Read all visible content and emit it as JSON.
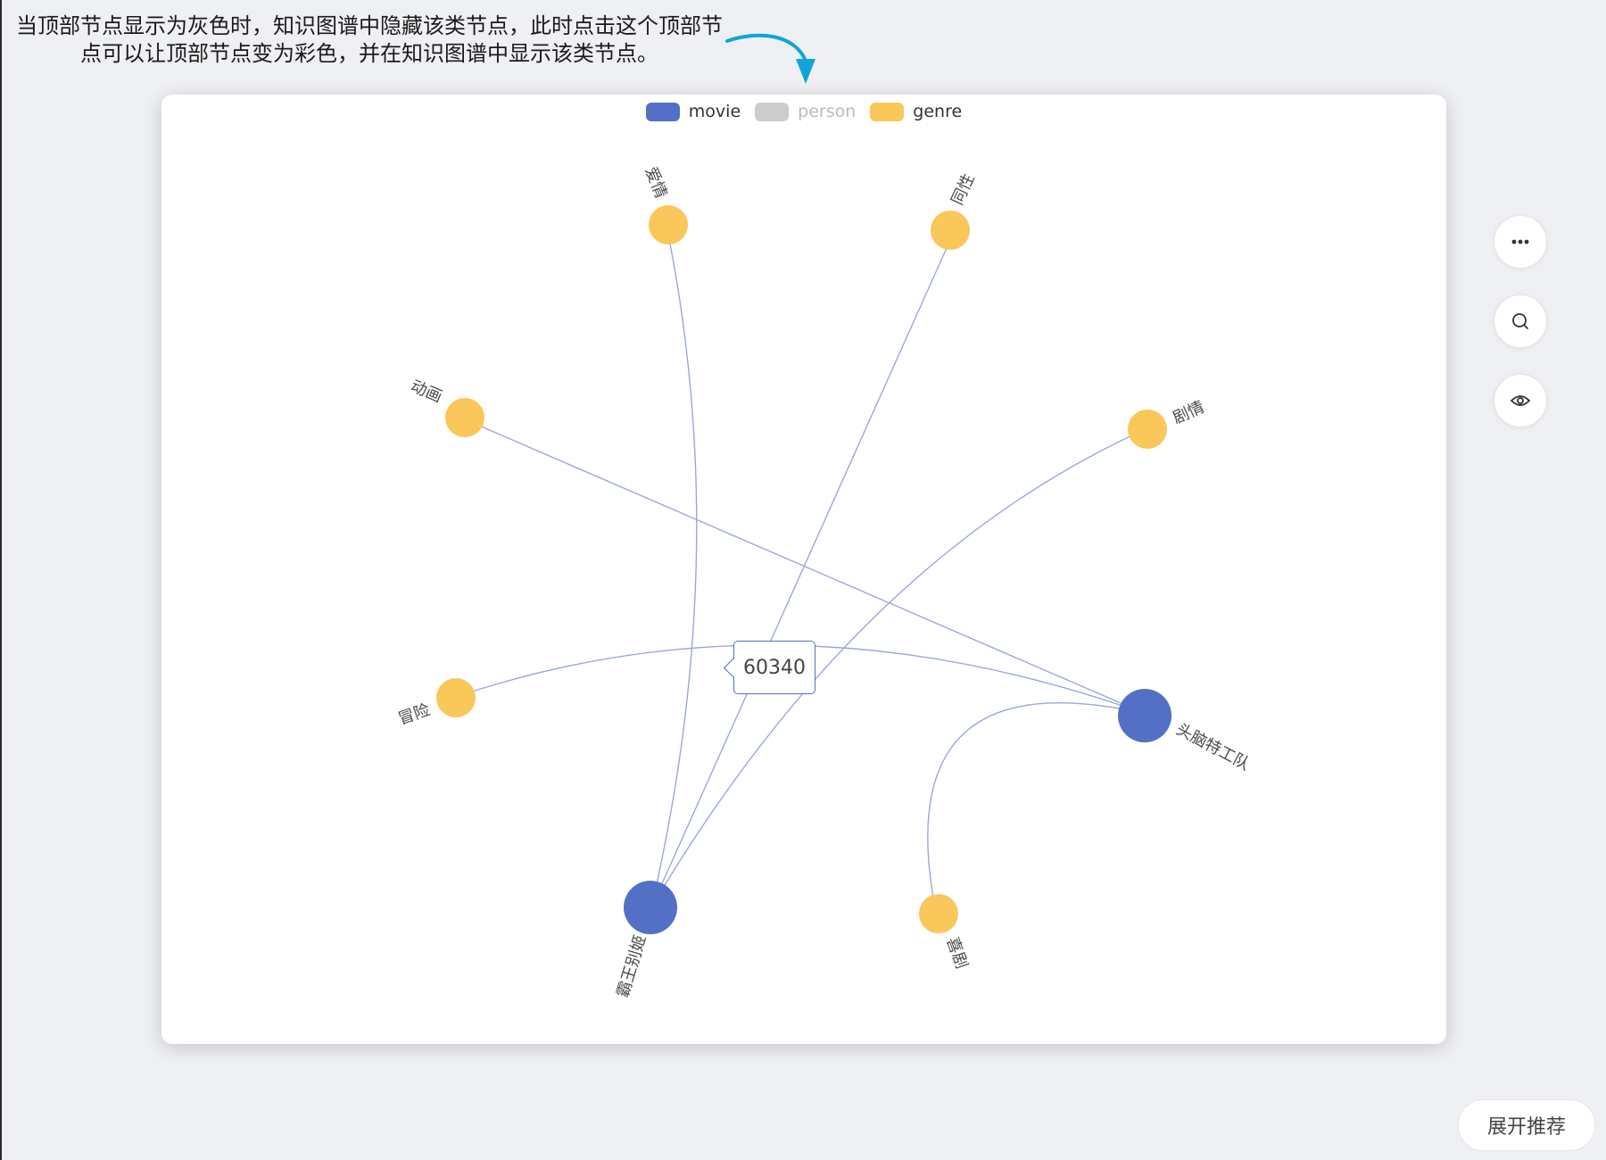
{
  "annotation": {
    "line1": "当顶部节点显示为灰色时，知识图谱中隐藏该类节点，此时点击这个顶部节",
    "line2": "点可以让顶部节点变为彩色，并在知识图谱中显示该类节点。",
    "arrow_color": "#10a5d8"
  },
  "legend": [
    {
      "label": "movie",
      "color": "#5470c6",
      "active": true
    },
    {
      "label": "person",
      "color": "#cccccc",
      "active": false
    },
    {
      "label": "genre",
      "color": "#f9c75a",
      "active": true
    }
  ],
  "graph": {
    "edge_color": "#9aa8de",
    "movie_color": "#5470c6",
    "genre_color": "#f9c75a",
    "movies": [
      "头脑特工队",
      "霸王别姬"
    ],
    "genres": [
      "爱情",
      "同性",
      "动画",
      "剧情",
      "冒险",
      "喜剧"
    ]
  },
  "tooltip": {
    "value": "60340"
  },
  "toolbar": {
    "more_icon": "more-icon",
    "search_icon": "search-icon",
    "eye_icon": "eye-icon"
  },
  "expand_button": {
    "label": "展开推荐"
  }
}
